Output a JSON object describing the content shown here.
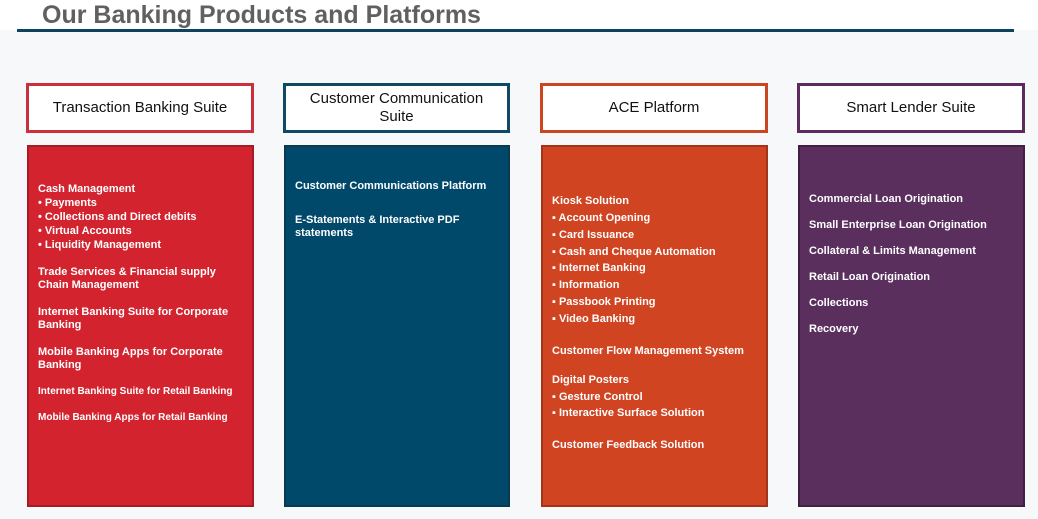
{
  "title": "Our Banking Products and Platforms",
  "columns": [
    {
      "header": "Transaction Banking Suite",
      "color": "#d2232f",
      "groups": [
        {
          "heading": "Cash Management",
          "bullets": [
            "• Payments",
            "• Collections and Direct debits",
            "• Virtual Accounts",
            "• Liquidity Management"
          ]
        },
        {
          "heading": "Trade Services & Financial supply Chain Management",
          "bullets": []
        },
        {
          "heading": "Internet Banking Suite for Corporate Banking",
          "bullets": []
        },
        {
          "heading": "Mobile Banking Apps for Corporate Banking",
          "bullets": []
        },
        {
          "heading": "Internet Banking Suite for Retail Banking",
          "bullets": []
        },
        {
          "heading": "Mobile Banking Apps for Retail Banking",
          "bullets": []
        }
      ]
    },
    {
      "header": "Customer Communication Suite",
      "color": "#00496b",
      "groups": [
        {
          "heading": "Customer Communications Platform",
          "bullets": []
        },
        {
          "heading": "E-Statements & Interactive PDF statements",
          "bullets": []
        }
      ]
    },
    {
      "header": "ACE Platform",
      "color": "#d04422",
      "groups": [
        {
          "heading": "Kiosk Solution",
          "bullets": [
            "▪  Account Opening",
            "▪  Card Issuance",
            "▪  Cash and Cheque Automation",
            "▪  Internet Banking",
            "▪  Information",
            "▪  Passbook Printing",
            "▪  Video Banking"
          ]
        },
        {
          "heading": "Customer Flow  Management System",
          "bullets": []
        },
        {
          "heading": "Digital Posters",
          "bullets": [
            "▪  Gesture Control",
            "▪  Interactive Surface Solution"
          ]
        },
        {
          "heading": "Customer Feedback Solution",
          "bullets": []
        }
      ]
    },
    {
      "header": "Smart Lender Suite",
      "color": "#5a2f5e",
      "groups": [
        {
          "heading": "Commercial Loan Origination",
          "bullets": []
        },
        {
          "heading": "Small Enterprise Loan Origination",
          "bullets": []
        },
        {
          "heading": "Collateral & Limits Management",
          "bullets": []
        },
        {
          "heading": "Retail Loan Origination",
          "bullets": []
        },
        {
          "heading": "Collections",
          "bullets": []
        },
        {
          "heading": "Recovery",
          "bullets": []
        }
      ]
    }
  ]
}
